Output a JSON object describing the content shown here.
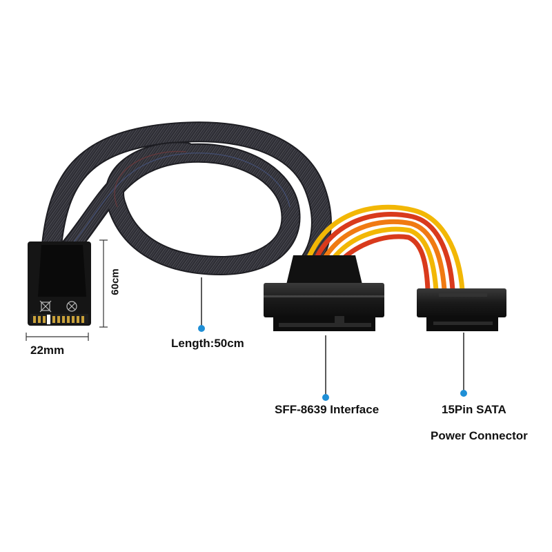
{
  "labels": {
    "width": "22mm",
    "height": "60cm",
    "length": "Length:50cm",
    "interface": "SFF-8639 Interface",
    "power_line1": "15Pin SATA",
    "power_line2": "Power  Connector"
  },
  "colors": {
    "background": "#ffffff",
    "callout_dot": "#1f8fd6",
    "cable_sheath": "#2e2e34",
    "connector_body": "#1a1a1a",
    "wire_red": "#d93a1c",
    "wire_yellow": "#f2b705",
    "wire_orange": "#f07a12",
    "pcb": "#151515"
  },
  "icons": [
    "callout-dot-icon",
    "no-bin-icon",
    "no-rohs-icon"
  ]
}
